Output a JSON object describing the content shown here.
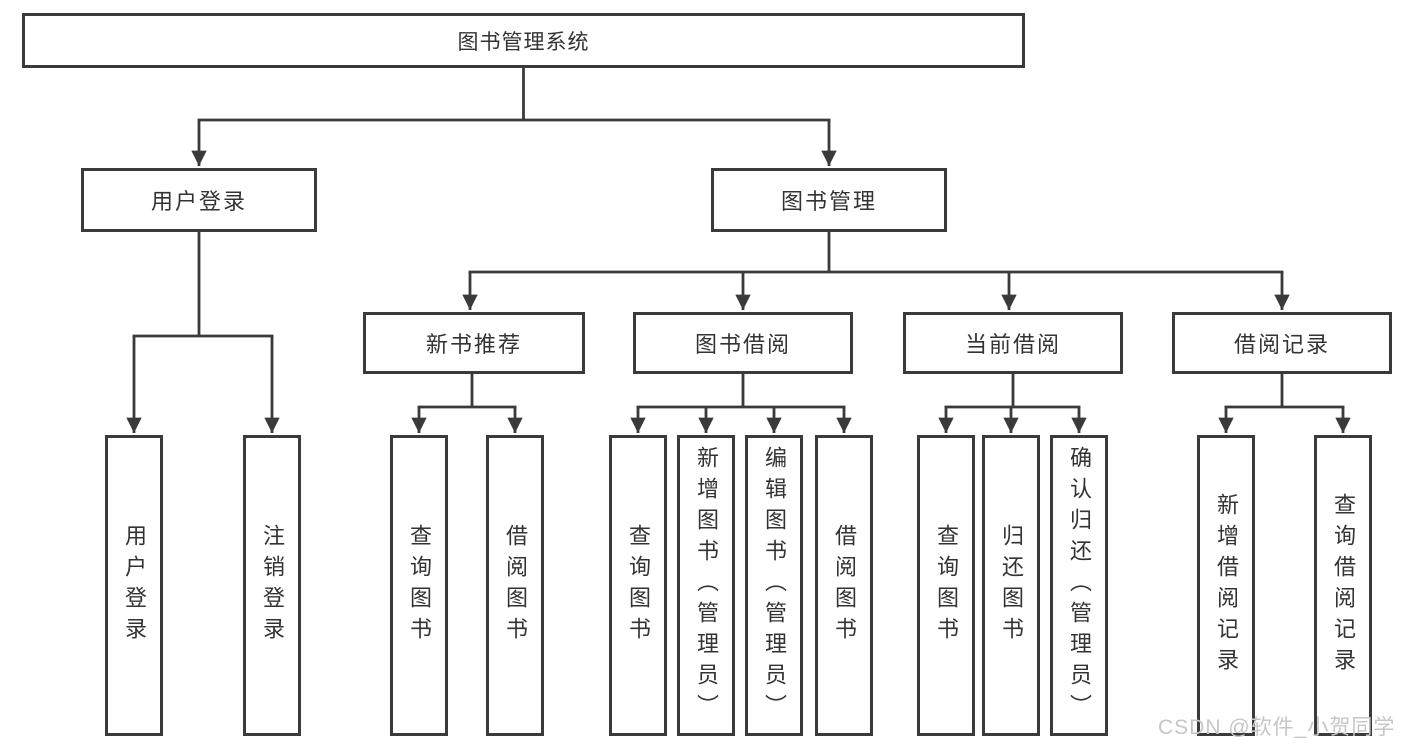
{
  "colors": {
    "line": "#3a3a3a",
    "text": "#333333",
    "box_background": "#ffffff",
    "page_background": "#ffffff",
    "watermark": "#c6c6c6"
  },
  "watermark": {
    "text": "CSDN @软件_小贺同学"
  },
  "diagram": {
    "root": {
      "label": "图书管理系统"
    },
    "branches": [
      {
        "label": "用户登录",
        "children": [
          {
            "label": "用户登录"
          },
          {
            "label": "注销登录"
          }
        ]
      },
      {
        "label": "图书管理",
        "children": [
          {
            "label": "新书推荐",
            "children": [
              {
                "label": "查询图书"
              },
              {
                "label": "借阅图书"
              }
            ]
          },
          {
            "label": "图书借阅",
            "children": [
              {
                "label": "查询图书"
              },
              {
                "label": "新增图书（管理员）"
              },
              {
                "label": "编辑图书（管理员）"
              },
              {
                "label": "借阅图书"
              }
            ]
          },
          {
            "label": "当前借阅",
            "children": [
              {
                "label": "查询图书"
              },
              {
                "label": "归还图书"
              },
              {
                "label": "确认归还（管理员）"
              }
            ]
          },
          {
            "label": "借阅记录",
            "children": [
              {
                "label": "新增借阅记录"
              },
              {
                "label": "查询借阅记录"
              }
            ]
          }
        ]
      }
    ]
  }
}
